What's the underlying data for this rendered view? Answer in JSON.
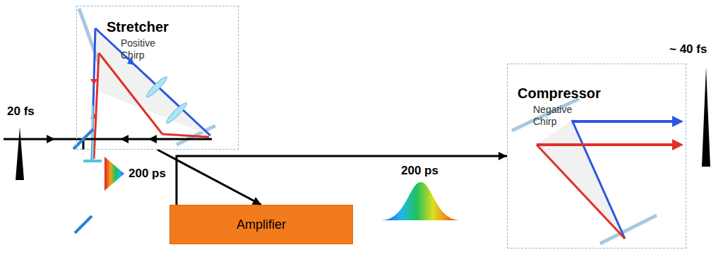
{
  "diagram": {
    "nodes": [
      {
        "text": [
          "Stretcher",
          "Positive Chirp"
        ]
      },
      {
        "text": [
          "Amplifier"
        ]
      },
      {
        "text": [
          "Compressor",
          "Negative Chirp"
        ]
      }
    ],
    "edges": [
      {
        "from": 0,
        "to": 1,
        "arrow": "to"
      },
      {
        "from": 1,
        "to": 2,
        "arrow": "to"
      }
    ],
    "labels": [
      "20 fs",
      "200 ps",
      "200 ps",
      "~ 40 fs"
    ]
  }
}
